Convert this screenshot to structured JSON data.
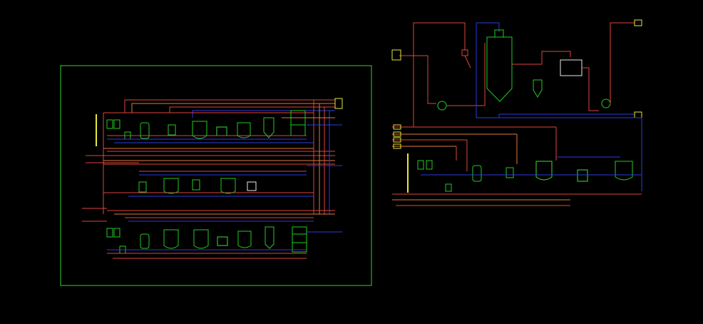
{
  "canvas": {
    "background": "#000000"
  },
  "colors": {
    "frame": "#2bd62b",
    "pipe_red": "#e0453a",
    "pipe_orange": "#e07a3a",
    "pipe_blue": "#2a3de0",
    "equipment": "#22cc22",
    "equipment_bright": "#36e036",
    "yellow": "#e6e63a",
    "white": "#e8e8e8"
  },
  "drawing": {
    "left_plant": {
      "frame": "green-border",
      "sections": [
        "upper-line",
        "middle-line",
        "lower-line"
      ]
    },
    "right_plant": {
      "sections": [
        "spray-dryer-unit",
        "extraction-line"
      ]
    }
  }
}
